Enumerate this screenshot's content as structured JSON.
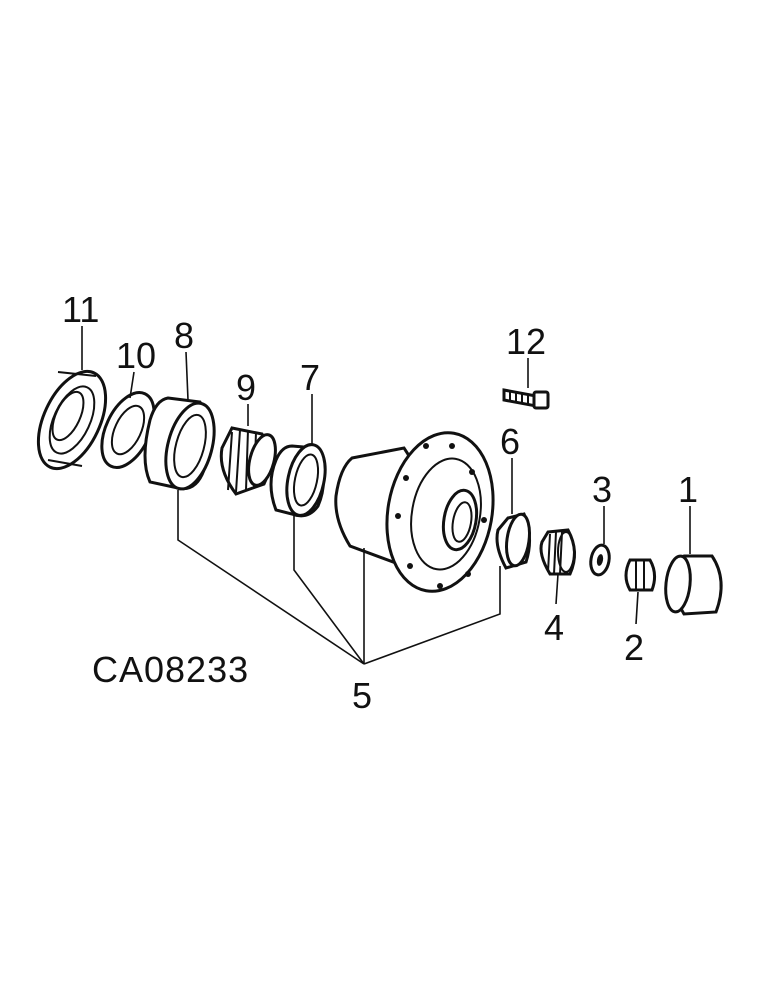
{
  "diagram": {
    "drawing_code": "CA08233",
    "callouts": {
      "c1": "1",
      "c2": "2",
      "c3": "3",
      "c4": "4",
      "c5": "5",
      "c6": "6",
      "c7": "7",
      "c8": "8",
      "c9": "9",
      "c10": "10",
      "c11": "11",
      "c12": "12"
    }
  }
}
